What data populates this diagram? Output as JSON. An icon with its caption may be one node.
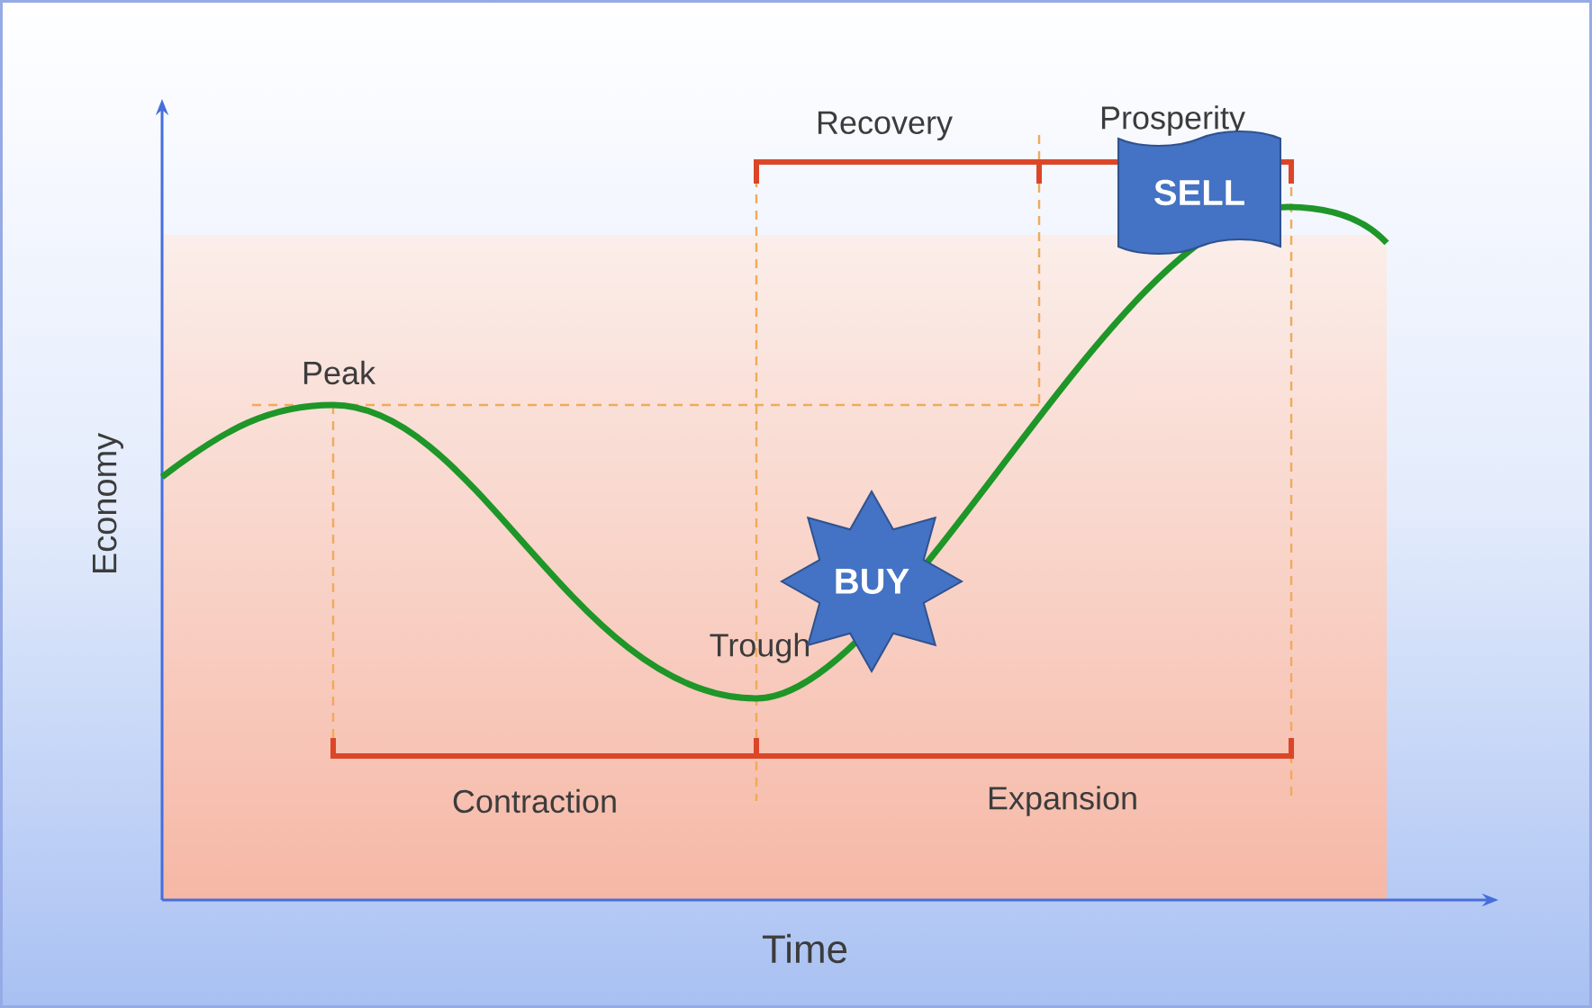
{
  "diagram": {
    "nodes": [
      {
        "text": [
          "SELL"
        ]
      },
      {
        "text": [
          "BUY"
        ]
      }
    ],
    "labels": [
      "Recovery",
      "Prosperity",
      "Peak",
      "Economy",
      "Trough",
      "Contraction",
      "Expansion",
      "Time"
    ]
  }
}
